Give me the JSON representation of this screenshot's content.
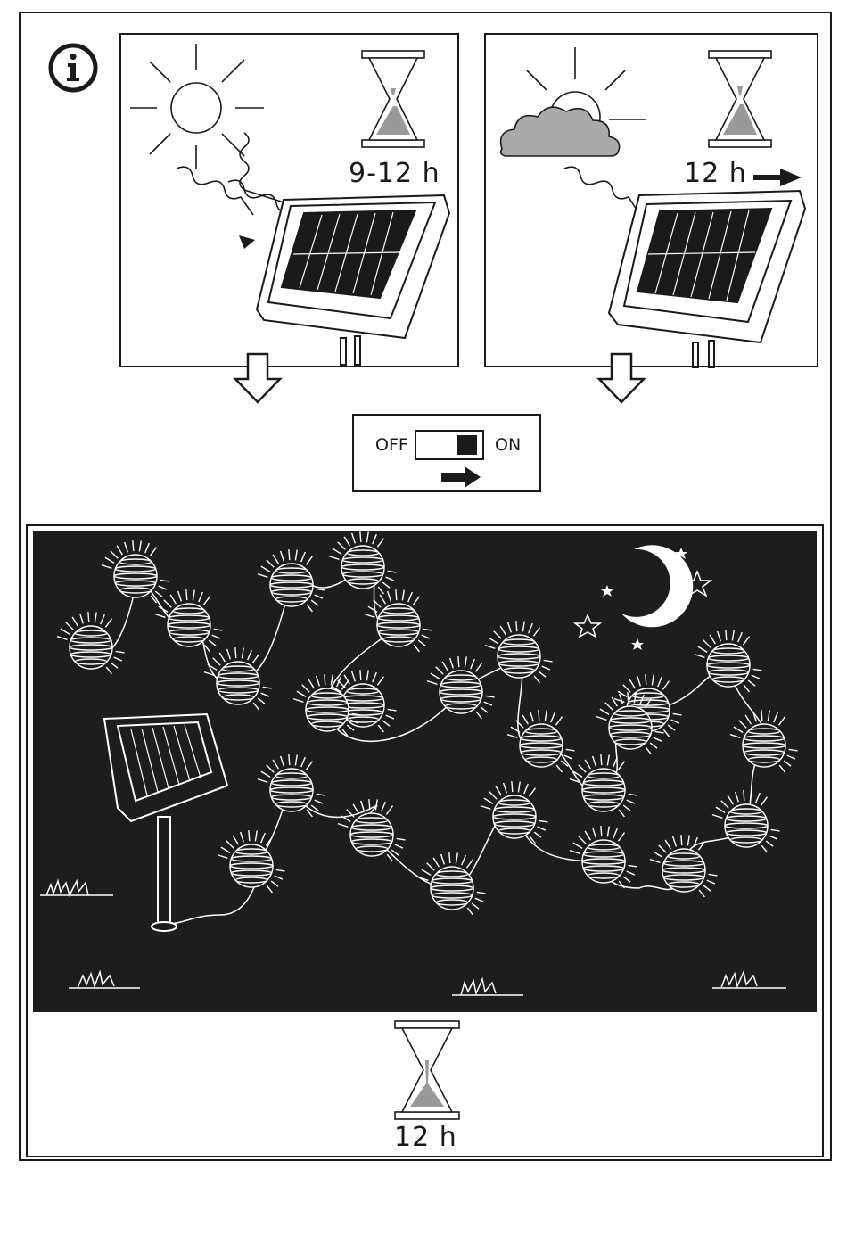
{
  "info_icon": "info-icon",
  "panels": {
    "sunny": {
      "weather_icon": "sun-icon",
      "timer_icon": "hourglass-icon",
      "charge_time": "9-12 h"
    },
    "cloudy": {
      "weather_icon": "cloud-sun-icon",
      "timer_icon": "hourglass-icon",
      "charge_time": "12 h"
    }
  },
  "switch": {
    "off_label": "OFF",
    "on_label": "ON",
    "state": "on"
  },
  "night_scene": {
    "moon_icon": "crescent-moon-icon",
    "lantern_count": 26
  },
  "runtime": {
    "timer_icon": "hourglass-icon",
    "duration": "12 h"
  },
  "colors": {
    "ink": "#1a1a1a",
    "sand": "#999999",
    "cloud": "#aaaaaa",
    "night": "#1d1d1d"
  }
}
